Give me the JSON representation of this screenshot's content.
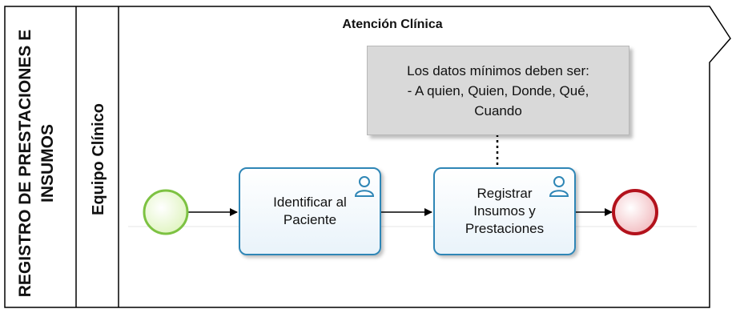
{
  "pool": {
    "title_line1": "REGISTRO DE PRESTACIONES E",
    "title_line2": "INSUMOS"
  },
  "lane": {
    "title": "Equipo Clínico"
  },
  "phase": {
    "title": "Atención Clínica"
  },
  "annotation": {
    "line1": "Los datos mínimos deben ser:",
    "line2": "- A quien, Quien,  Donde, Qué,",
    "line3": "Cuando"
  },
  "tasks": [
    {
      "line1": "Identificar al",
      "line2": "Paciente",
      "icon": "user-task-icon"
    },
    {
      "line1": "Registrar",
      "line2": "Insumos y",
      "line3": "Prestaciones",
      "icon": "user-task-icon"
    }
  ],
  "events": {
    "start": {
      "type": "start-event",
      "color": "#7dc242"
    },
    "end": {
      "type": "end-event",
      "color": "#b3121c"
    }
  },
  "colors": {
    "task_border": "#2f86b6",
    "annotation_fill": "#d9d9d9",
    "start_fill": "#e6f7c8",
    "end_fill": "#f5c9cc"
  }
}
